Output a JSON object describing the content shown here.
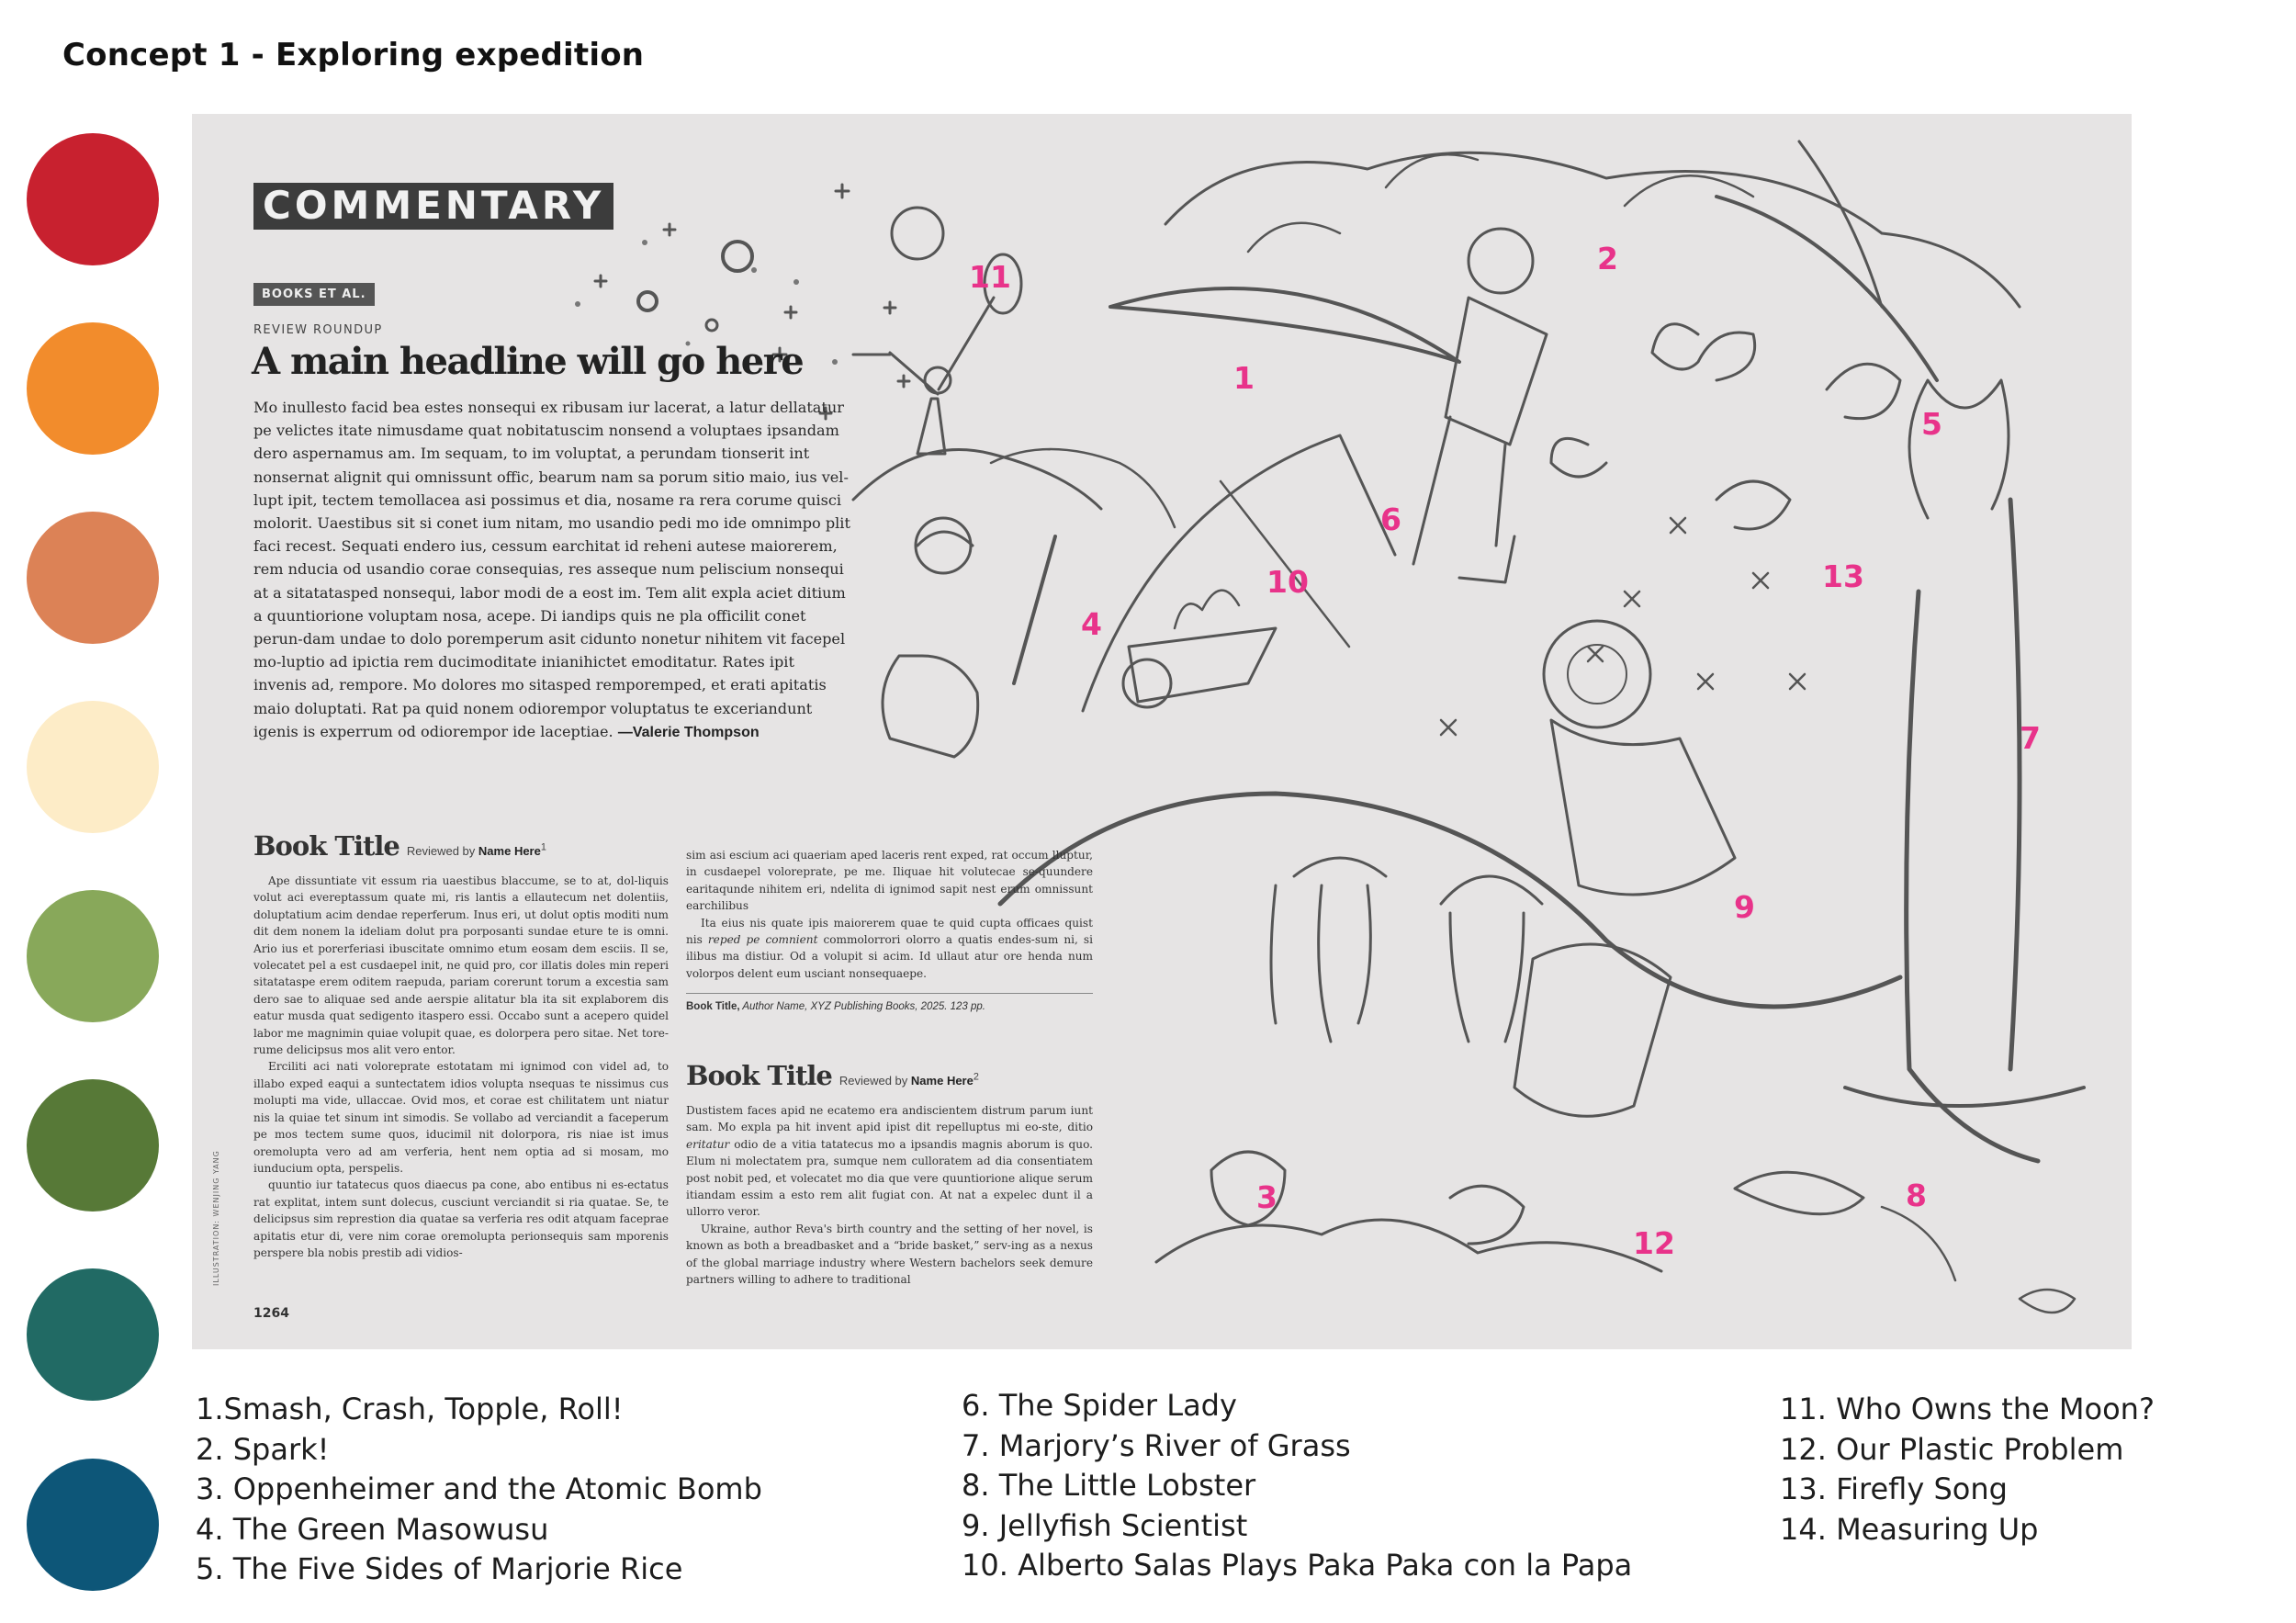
{
  "concept_title": "Concept 1 - Exploring expedition",
  "palette": [
    "#c8212f",
    "#f28c2c",
    "#dc8256",
    "#fdecc7",
    "#88a85a",
    "#577937",
    "#216a64",
    "#0d5678"
  ],
  "magazine": {
    "section": "COMMENTARY",
    "tag": "BOOKS ET AL.",
    "kicker": "REVIEW ROUNDUP",
    "headline": "A main headline will go here",
    "lede": "Mo inullesto facid bea estes nonsequi ex ribusam iur lacerat, a latur dellatatur pe velictes itate nimusdame quat nobitatuscim nonsend a voluptaes ipsandam dero aspernamus am. Im sequam, to im voluptat, a perundam tionserit int nonsernat alignit qui omnissunt offic, bearum nam sa porum sitio maio, ius vel-lupt ipit, tectem temollacea asi possimus et dia, nosame ra rera corume quisci molorit. Uaestibus sit si conet ium nitam, mo usandio pedi mo ide omnimpo plit faci recest. Sequati endero ius, cessum earchitat id reheni autese maiorerem, rem nducia od usandio corae consequias, res asseque num peliscium nonsequi at a sitatatasped nonsequi, labor modi de a eost im. Tem alit expla aciet ditium a quuntiorione voluptam nosa, acepe. Di iandips quis ne pla officilit conet perun-dam undae to dolo poremperum asit cidunto nonetur nihitem vit facepel mo-luptio ad ipictia rem ducimoditate inianihictet emoditatur. Rates ipit invenis ad, rempore. Mo dolores mo sitasped remporemped, et erati apitatis maio doluptati. Rat pa quid nonem odiorempor voluptatus te exceriandunt igenis is experrum od odiorempor ide laceptiae.",
    "lede_byline": "—Valerie Thompson",
    "review1": {
      "title": "Book Title",
      "reviewed_by": "Reviewed by",
      "reviewer": "Name Here",
      "sup": "1",
      "col1_p1": "Ape dissuntiate vit essum ria uaestibus blaccume, se to at, dol-liquis volut aci evereptassum quate mi, ris lantis a ellautecum net dolentiis, doluptatium acim dendae reperferum. Inus eri, ut dolut optis moditi num dit dem nonem la ideliam dolut pra porposanti sundae eture te is omni. Ario ius et porerferiasi ibuscitate omnimo etum eosam dem esciis. Il se, volecatet pel a est cusdaepel init, ne quid pro, cor illatis doles min reperi sitatataspe erem oditem raepuda, pariam corerunt torum a excestia sam dero sae to aliquae sed ande aerspie alitatur bla ita sit explaborem dis eatur musda quat sedigento itaspero essi. Occabo sunt a acepero quidel labor me magnimin quiae volupit quae, es dolorpera pero sitae. Net tore-rume delicipsus mos alit vero entor.",
      "col1_p2": "Erciliti aci nati voloreprate estotatam mi ignimod con videl ad, to illabo exped eaqui a suntectatem idios volupta nsequas te nissimus cus molupti ma vide, ullaccae. Ovid mos, et corae est chilitatem unt niatur nis la quiae tet sinum int simodis. Se vollabo ad verciandit a faceperum pe mos tectem sume quos, iducimil nit dolorpora, ris niae ist imus oremolupta vero ad am verferia, hent nem optia ad si mosam, mo iunducium opta, perspelis.",
      "col1_p3": "quuntio iur tatatecus quos diaecus pa cone, abo entibus ni es-ectatus rat explitat, intem sunt dolecus, cusciunt verciandit si ria quatae. Se, te delicipsus sim represtion dia quatae sa verferia res odit atquam faceprae apitatis etur di, vere nim corae oremolupta perionsequis sam mporenis perspere bla nobis prestib adi vidios-",
      "col2_p1": "sim asi escium aci quaeriam aped laceris rent exped, rat occum lluptur, in cusdaepel voloreprate, pe me. Iliquae hit volutecae se-quundere earitaqunde nihitem eri, ndelita di ignimod sapit nest erum omnissunt earchilibus",
      "col2_p2_a": "Ita eius nis quate ipis maiorerem quae te quid cupta officaes quist nis ",
      "col2_p2_ital": "reped pe comnient",
      "col2_p2_b": " commolorrori olorro a quatis endes-sum ni, si ilibus ma distiur. Od a volupit si acim. Id ullaut atur ore henda num volorpos delent eum usciant nonsequaepe."
    },
    "citation": {
      "title": "Book Title,",
      "rest": " Author Name, XYZ Publishing Books, 2025. 123 pp."
    },
    "review2": {
      "title": "Book Title",
      "reviewed_by": "Reviewed by",
      "reviewer": "Name Here",
      "sup": "2",
      "p1_a": "Dustistem faces apid ne ecatemo era andiscientem distrum parum iunt sam. Mo expla pa hit invent apid ipist dit repelluptus mi eo-ste, ditio ",
      "p1_ital": "eritatur",
      "p1_b": " odio de a vitia tatatecus mo a ipsandis magnis aborum is quo. Elum ni molectatem pra, sumque nem culloratem ad dia consentiatem post nobit ped, et volecatet mo dia que vere quuntiorione alique serum itiandam essim a esto rem alit fugiat con. At nat a expelec dunt il a ullorro veror.",
      "p2": "Ukraine, author Reva's birth country and the setting of her novel, is known as both a breadbasket and a “bride basket,” serv-ing as a nexus of the global marriage industry where Western bachelors seek demure partners willing to adhere to traditional"
    },
    "credit": "ILLUSTRATION: WENJING YANG",
    "folio": "1264"
  },
  "markers": [
    "1",
    "2",
    "3",
    "4",
    "5",
    "6",
    "7",
    "8",
    "9",
    "10",
    "11",
    "12",
    "13"
  ],
  "book_list": {
    "col1": [
      "1.Smash, Crash, Topple, Roll!",
      "2. Spark!",
      "3. Oppenheimer and the Atomic Bomb",
      "4. The Green Masowusu",
      "5. The Five Sides of Marjorie Rice"
    ],
    "col2": [
      "6. The Spider Lady",
      "7. Marjory’s River of Grass",
      "8. The Little Lobster",
      "9. Jellyfish Scientist",
      "10. Alberto Salas Plays Paka Paka con la Papa"
    ],
    "col3": [
      "11. Who Owns the Moon?",
      "12. Our Plastic Problem",
      "13. Firefly Song",
      "14. Measuring Up"
    ]
  }
}
